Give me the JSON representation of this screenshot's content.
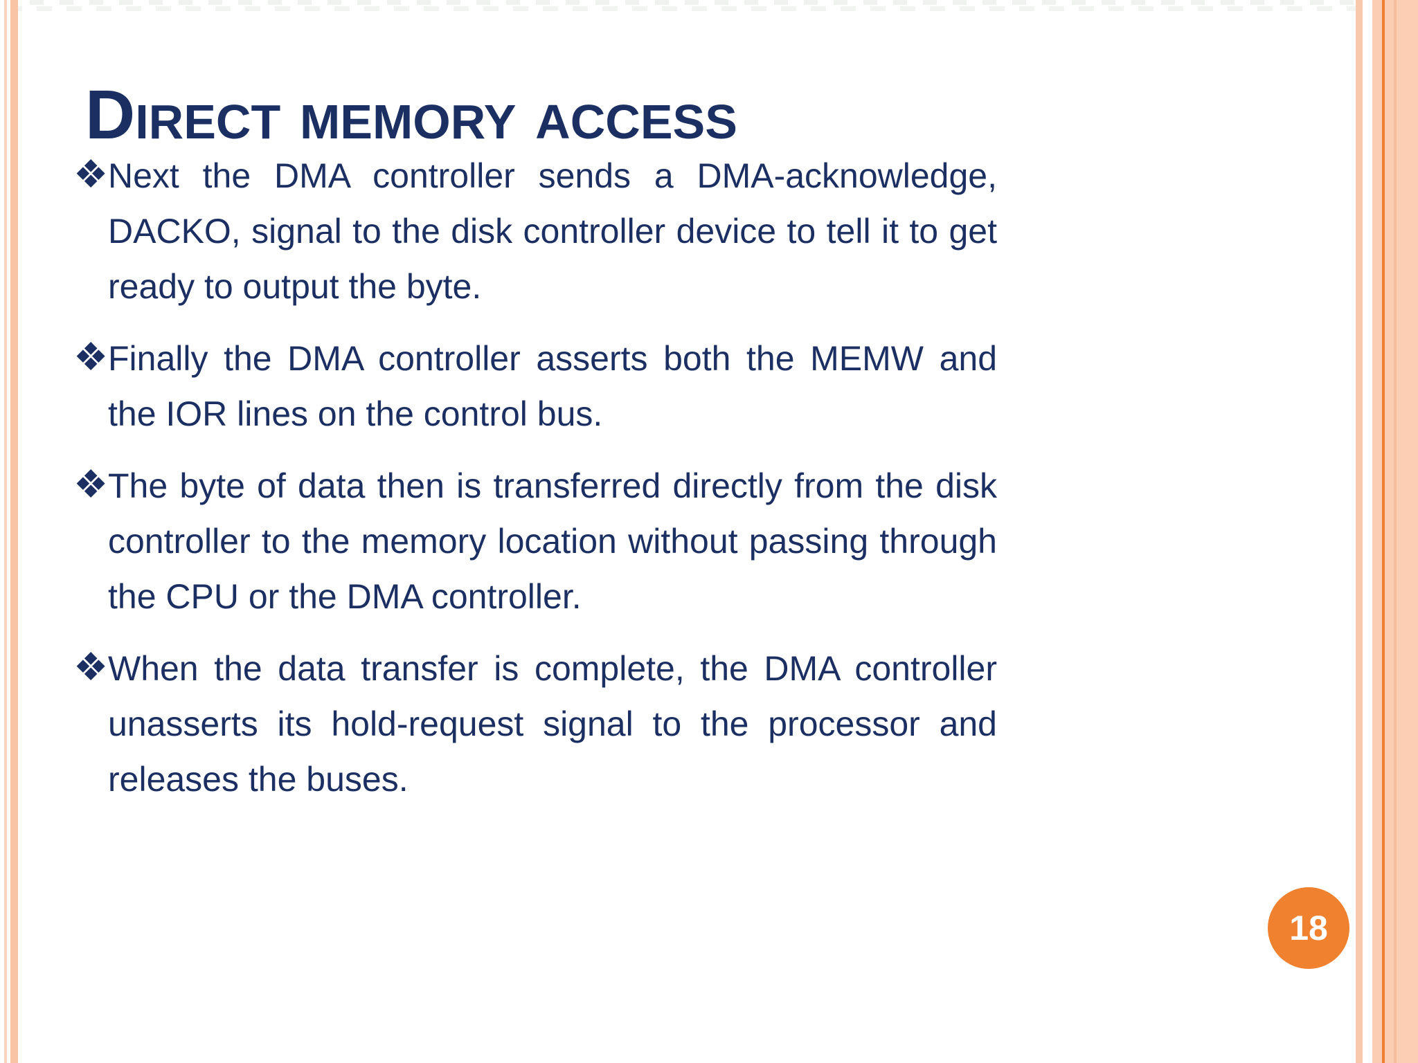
{
  "slide": {
    "title": "Direct memory access",
    "bullet_glyph": "❖",
    "bullets": [
      "Next the DMA controller sends a DMA-acknowledge, DACKO, signal to the disk controller device to tell it to get ready to output the byte.",
      "Finally the DMA controller asserts both the MEMW and the IOR lines on the control bus.",
      "The byte of data then  is transferred directly from the disk controller to the memory location without passing through the CPU or the DMA controller.",
      "When the data transfer is complete, the DMA controller unasserts its hold-request signal to the processor and releases the buses."
    ],
    "page_number": "18"
  },
  "colors": {
    "text_navy": "#1b2f63",
    "page_badge_orange": "#f0812f",
    "border_peach": "#fbcdb3",
    "border_peach_dark": "#f9c3a5",
    "border_line_orange": "#ee7f33",
    "top_dash_gray": "#eff2ee"
  }
}
